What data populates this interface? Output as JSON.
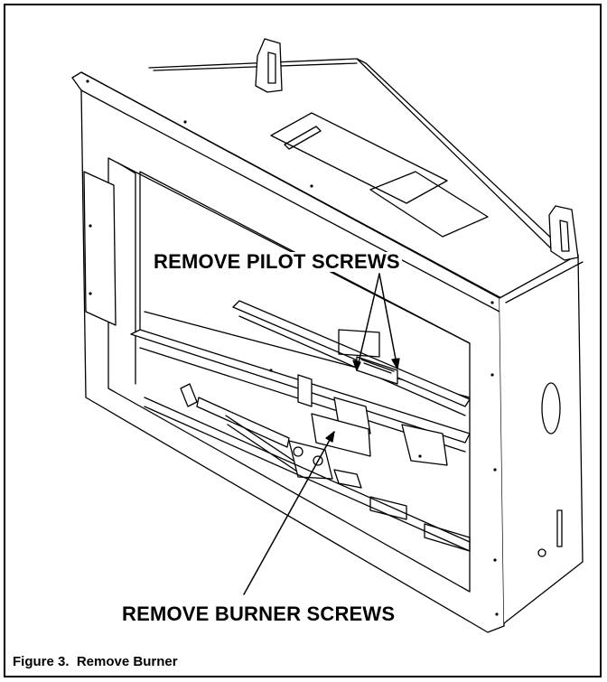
{
  "figure": {
    "callout_pilot": "REMOVE PILOT SCREWS",
    "callout_burner": "REMOVE BURNER SCREWS",
    "caption": "Figure 3.  Remove Burner"
  }
}
